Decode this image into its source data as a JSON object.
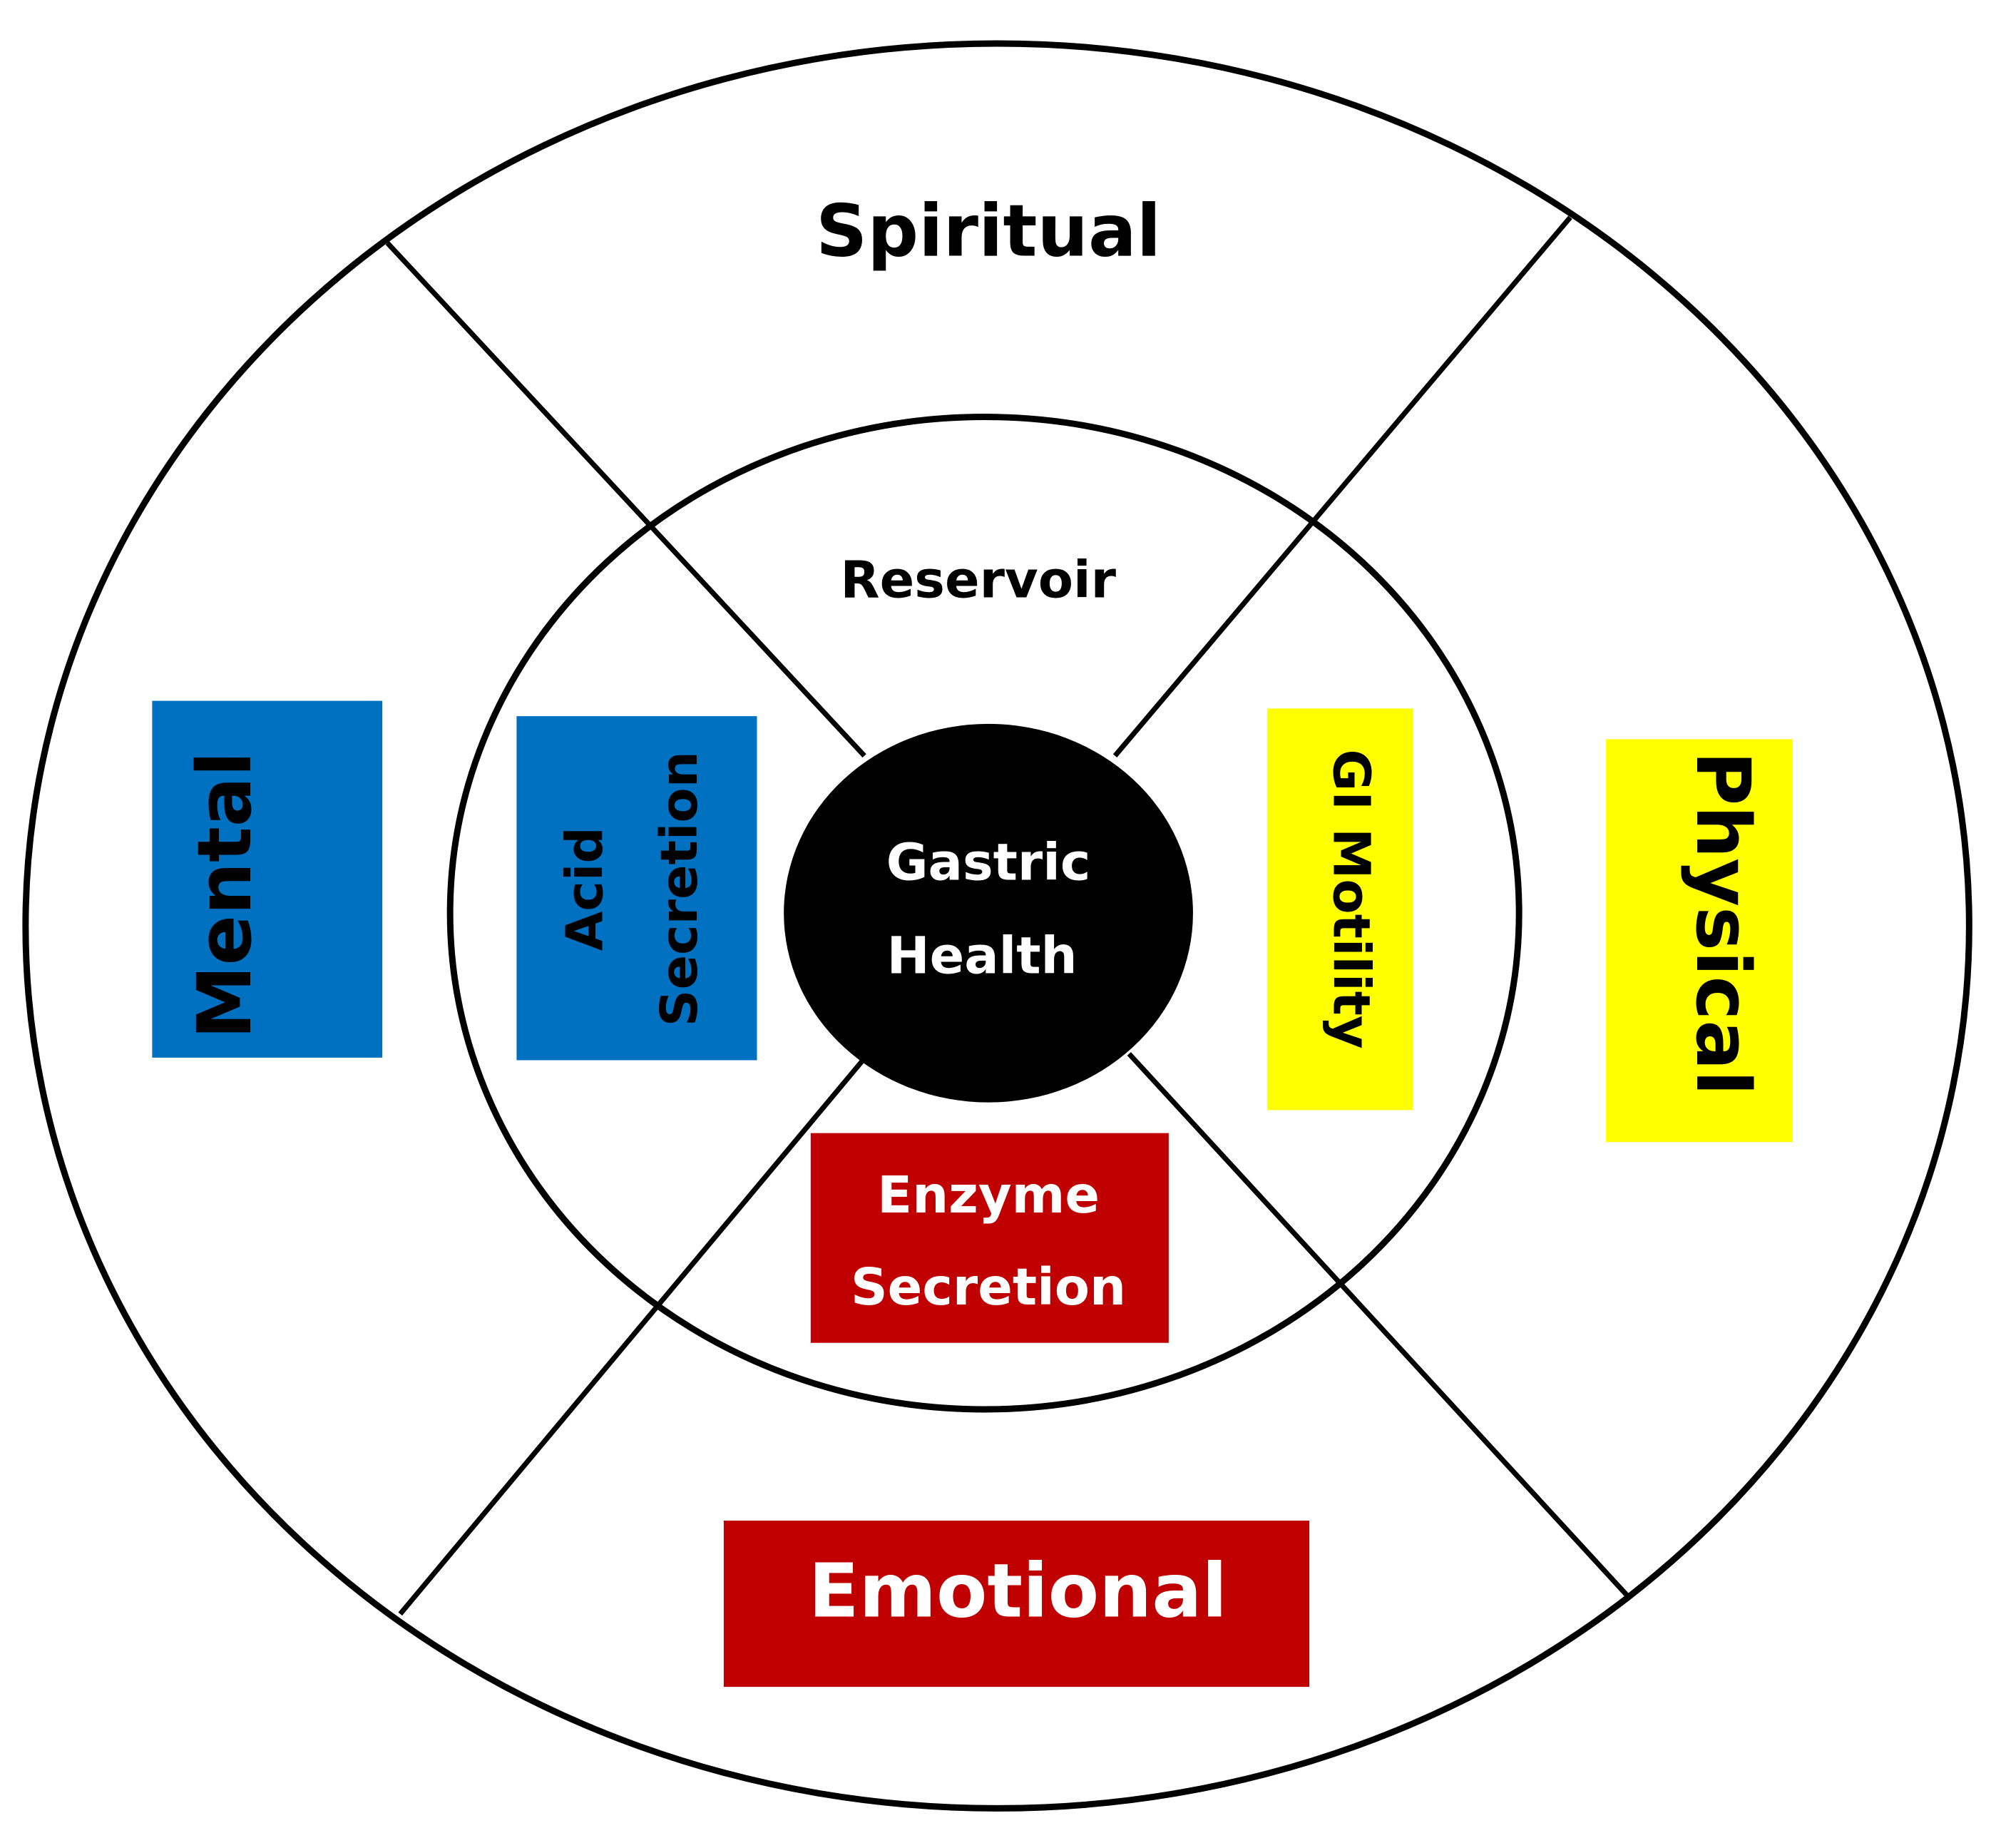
{
  "center": {
    "line1": "Gastric",
    "line2": "Health"
  },
  "outer_ring": {
    "top": "Spiritual",
    "left": "Mental",
    "right": "Physical",
    "bottom": "Emotional"
  },
  "inner_ring": {
    "top": "Reservoir",
    "left": {
      "line1": "Acid",
      "line2": "Secretion"
    },
    "right": "GI Motility",
    "bottom": {
      "line1": "Enzyme",
      "line2": "Secretion"
    }
  },
  "colors": {
    "blue": "#0070C0",
    "yellow": "#FFFF00",
    "red": "#C00000",
    "black": "#000000",
    "white": "#FFFFFF"
  }
}
